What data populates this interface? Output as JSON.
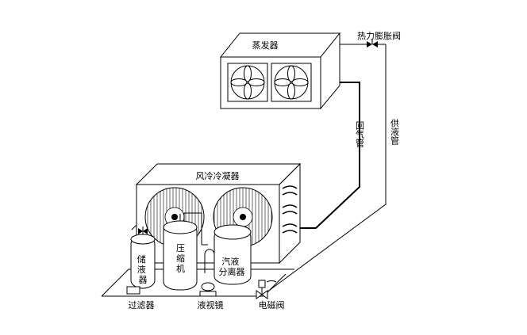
{
  "labels": {
    "evaporator": "蒸发器",
    "expansion_valve": "热力膨胀阀",
    "return_pipe": "回气管",
    "supply_pipe": "供液管",
    "condenser": "风冷冷凝器",
    "receiver": "储液器",
    "compressor": "压缩机",
    "separator": "汽液分离器",
    "filter": "过滤器",
    "sight_glass": "液视镜",
    "solenoid_valve": "电磁阀"
  }
}
